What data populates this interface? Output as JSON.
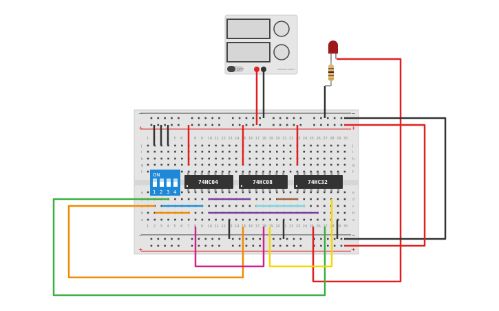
{
  "power_supply": {
    "switch_label": "OFF",
    "brand": "VOLTAGE SUPPLY"
  },
  "chips": [
    {
      "label": "74HC04"
    },
    {
      "label": "74HC08"
    },
    {
      "label": "74HC32"
    }
  ],
  "dip_switch": {
    "on_label": "ON",
    "numbers": [
      "1",
      "2",
      "3",
      "4"
    ]
  },
  "breadboard": {
    "rows_top": [
      "j",
      "i",
      "h",
      "g",
      "f"
    ],
    "rows_bottom": [
      "e",
      "d",
      "c",
      "b",
      "a"
    ],
    "columns": 30,
    "rail_minus": "−",
    "rail_plus": "+"
  },
  "colors": {
    "red": "#e02020",
    "black": "#333333",
    "green": "#3cb043",
    "orange": "#f08a00",
    "magenta": "#d0208a",
    "yellow": "#f5d800",
    "purple": "#7b3fa0",
    "blue": "#1e90d8",
    "lightblue": "#7fd4e0",
    "brown": "#a0673a",
    "dip": "#1e88d8"
  }
}
